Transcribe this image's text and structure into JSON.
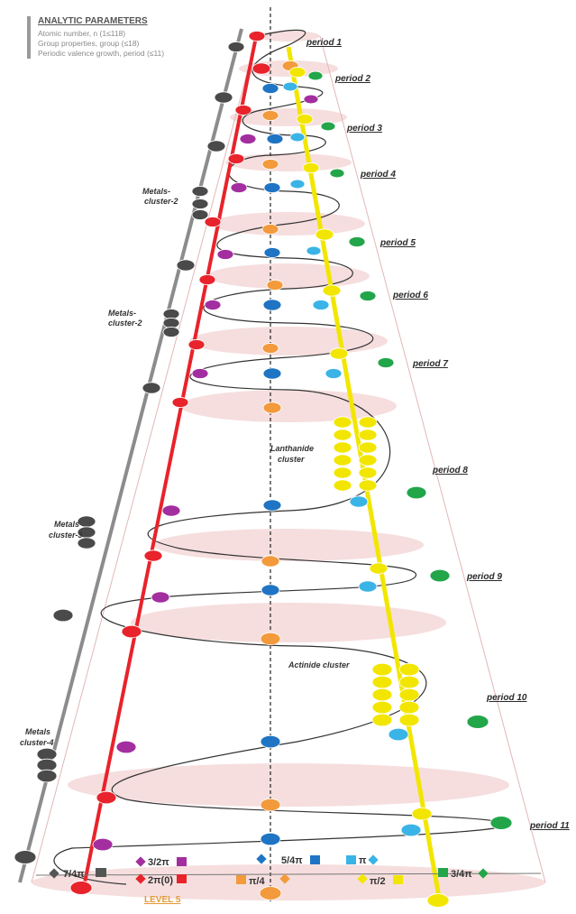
{
  "legend": {
    "title": "ANALYTIC PARAMETERS",
    "line1": "Atomic number, n (1≤118)",
    "line2": "Group properties, group (≤18)",
    "line3": "Periodic valence growth, period (≤11)"
  },
  "periods": [
    "period 1",
    "period 2",
    "period 3",
    "period 4",
    "period 5",
    "period 6",
    "period 7",
    "period 8",
    "period 9",
    "period 10",
    "period 11"
  ],
  "clusters": {
    "metals2a_l1": "Metals-",
    "metals2a_l2": "cluster-2",
    "metals2b_l1": "Metals-",
    "metals2b_l2": "cluster-2",
    "metals3_l1": "Metals",
    "metals3_l2": "cluster-3",
    "metals4_l1": "Metals",
    "metals4_l2": "cluster-4",
    "lanthanide_l1": "Lanthanide",
    "lanthanide_l2": "cluster",
    "actinide": "Actinide cluster"
  },
  "angles": {
    "a74": "7/4π",
    "a32": "3/2π",
    "a20": "2π(0)",
    "a54": "5/4π",
    "a1": "π",
    "a34": "3/4π",
    "a14": "π/4",
    "a12": "π/2"
  },
  "level": "LEVEL 5",
  "colors": {
    "red": "#e8232b",
    "yellow": "#f2e600",
    "gray": "#8c8c8c",
    "blue": "#1f74c4",
    "cyan": "#3ab4e6",
    "orange": "#f39a3c",
    "green": "#23a54a",
    "purple": "#a32ea0",
    "dark": "#4a4a4a",
    "disc": "#f6dede"
  }
}
